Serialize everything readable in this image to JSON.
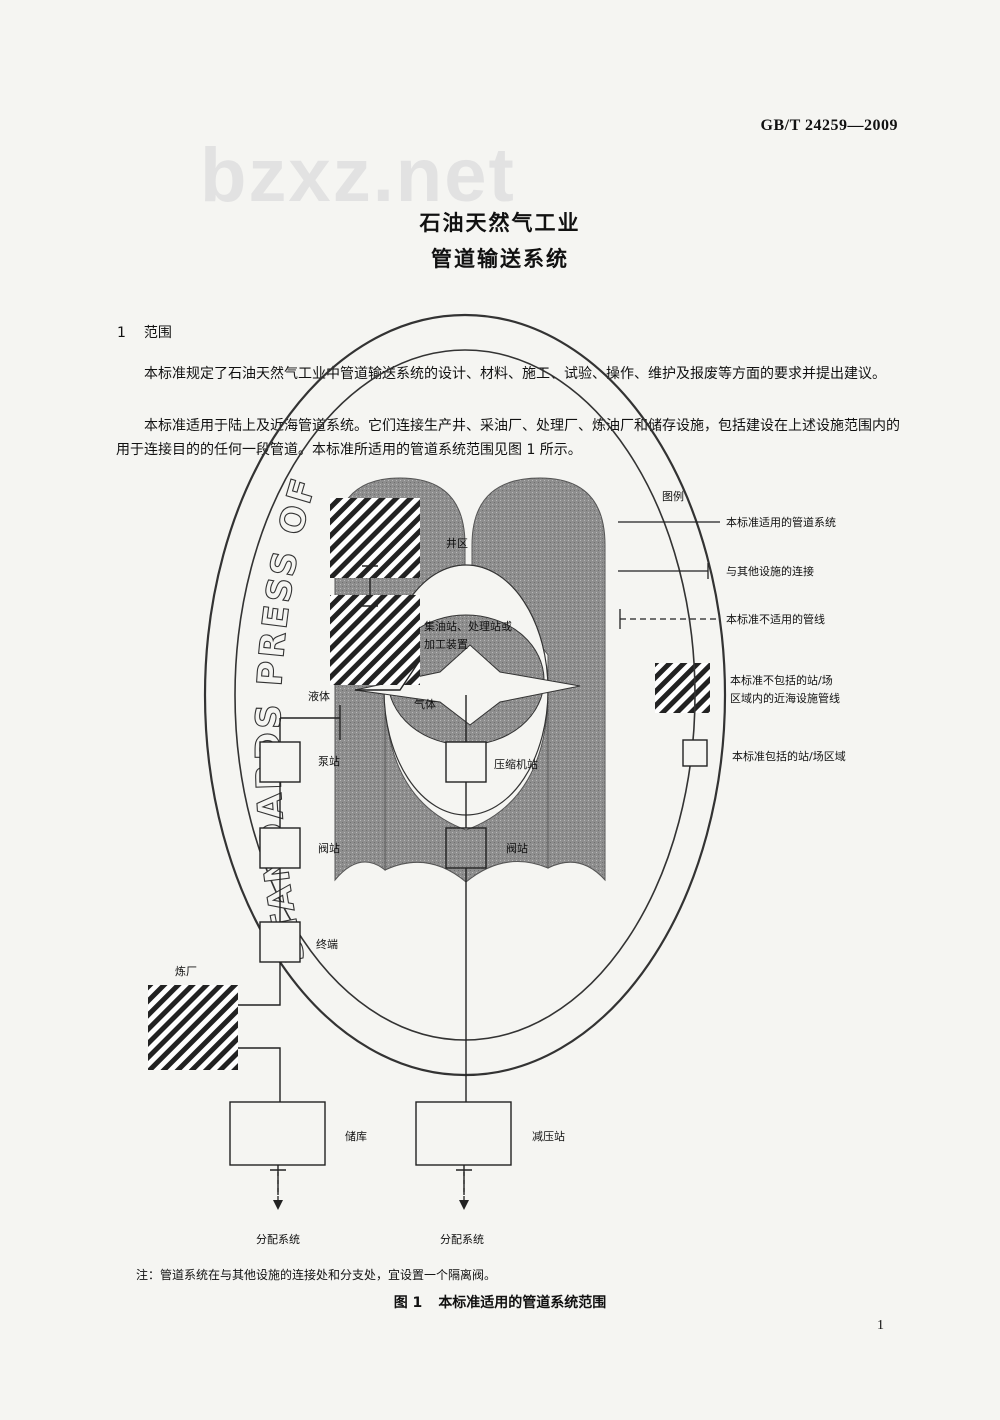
{
  "header": {
    "standard_number": "GB/T 24259—2009"
  },
  "watermark": {
    "text": "bzxz.net"
  },
  "title": {
    "line1": "石油天然气工业",
    "line2": "管道输送系统"
  },
  "section": {
    "number": "1",
    "heading": "范围"
  },
  "paragraphs": [
    "本标准规定了石油天然气工业中管道输送系统的设计、材料、施工、试验、操作、维护及报废等方面的要求并提出建议。",
    "本标准适用于陆上及近海管道系统。它们连接生产井、采油厂、处理厂、炼油厂和储存设施，包括建设在上述设施范围内的用于连接目的的任何一段管道。本标准所适用的管道系统范围见图 1 所示。"
  ],
  "stamp": {
    "text": "STANDARDS PRESS OF CHINA"
  },
  "figure": {
    "legend_title": "图例",
    "legend_items": [
      "本标准适用的管道系统",
      "与其他设施的连接",
      "本标准不适用的管线",
      "本标准不包括的站/场",
      "区域内的近海设施管线",
      "本标准包括的站/场区域"
    ],
    "labels": {
      "well_area": "井区",
      "gathering_line1": "集油站、处理站或",
      "gathering_line2": "加工装置",
      "liquid": "液体",
      "gas": "气体",
      "pump_station": "泵站",
      "compressor_station": "压缩机站",
      "valve_station_left": "阀站",
      "valve_station_right": "阀站",
      "terminal": "终端",
      "refinery": "炼厂",
      "storage": "储库",
      "pressure_reducing": "减压站",
      "distribution_left": "分配系统",
      "distribution_right": "分配系统"
    }
  },
  "note": "注：管道系统在与其他设施的连接处和分支处，宜设置一个隔离阀。",
  "caption": {
    "number": "图 1",
    "text": "本标准适用的管道系统范围"
  },
  "page_number": "1"
}
